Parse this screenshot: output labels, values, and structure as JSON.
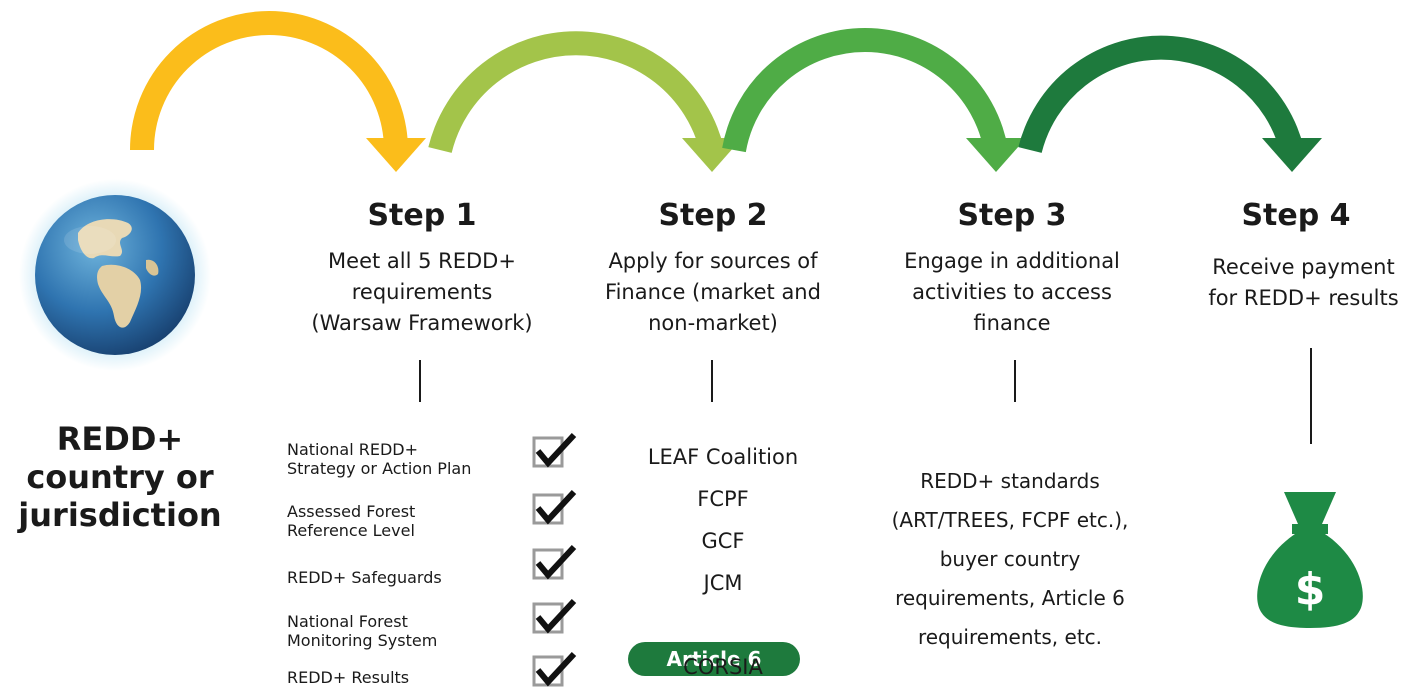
{
  "country": {
    "label": "REDD+\ncountry or\njurisdiction"
  },
  "steps": [
    {
      "title": "Step 1",
      "description": "Meet all 5 REDD+\nrequirements\n(Warsaw Framework)",
      "arrow_color": "#fbbd1b"
    },
    {
      "title": "Step 2",
      "description": "Apply for sources of\nFinance (market and\nnon-market)",
      "arrow_color": "#a3c44a"
    },
    {
      "title": "Step 3",
      "description": "Engage in additional\nactivities to access\nfinance",
      "arrow_color": "#4fac46"
    },
    {
      "title": "Step 4",
      "description": "Receive payment\nfor REDD+ results",
      "arrow_color": "#1e7a3d"
    }
  ],
  "requirements": [
    "National REDD+\nStrategy or Action Plan",
    "Assessed Forest\nReference Level",
    "REDD+ Safeguards",
    "National Forest\nMonitoring System",
    "REDD+ Results"
  ],
  "finance_sources": [
    "LEAF Coalition",
    "FCPF",
    "GCF",
    "JCM",
    "Article 6",
    "CORSIA"
  ],
  "step3_body": "REDD+ standards\n(ART/TREES, FCPF etc.),\nbuyer country\nrequirements, Article 6\nrequirements, etc.",
  "icons": {
    "globe": "globe-icon",
    "check": "checkbox-checked-icon",
    "money": "money-bag-icon"
  },
  "colors": {
    "dark_green": "#1e7a3d",
    "money_bag": "#1e8a45",
    "check_box": "#9a9a9a"
  }
}
